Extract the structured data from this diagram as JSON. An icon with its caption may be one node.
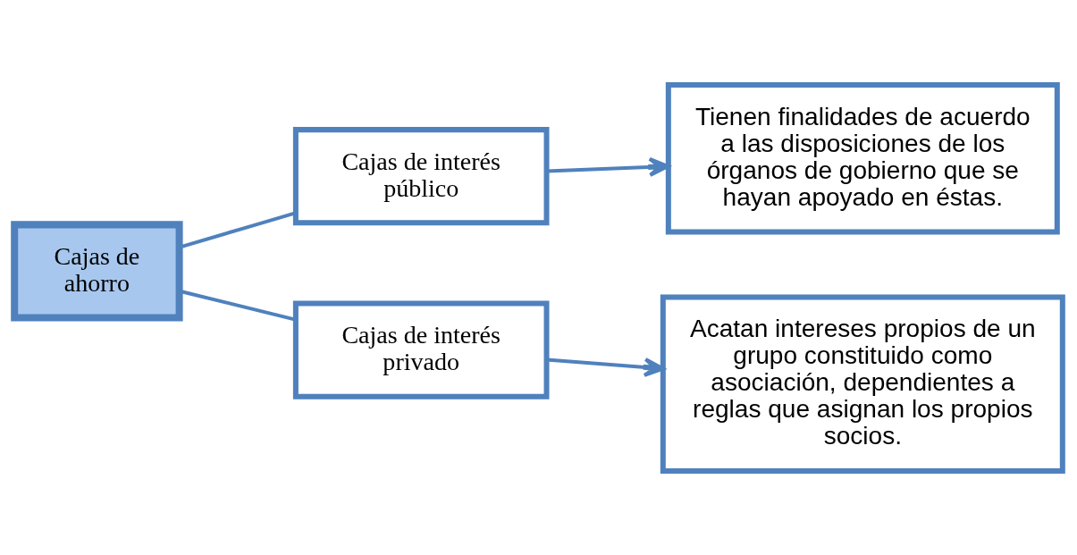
{
  "diagram": {
    "nodes": [
      {
        "text": [
          "Cajas de ahorro"
        ]
      },
      {
        "text": [
          "Cajas de interés público"
        ]
      },
      {
        "text": [
          "Cajas de interés privado"
        ]
      },
      {
        "text": [
          "Tienen finalidades de acuerdo a las disposiciones de los órganos de gobierno que se hayan apoyado en éstas."
        ]
      },
      {
        "text": [
          "Acatan intereses propios de un grupo constituido como asociación, dependientes a reglas que asignan los propios socios."
        ]
      }
    ],
    "edges": [
      {
        "from": 0,
        "to": 1,
        "arrow": "none"
      },
      {
        "from": 0,
        "to": 2,
        "arrow": "none"
      },
      {
        "from": 1,
        "to": 3,
        "arrow": "to"
      },
      {
        "from": 2,
        "to": 4,
        "arrow": "to"
      }
    ]
  }
}
